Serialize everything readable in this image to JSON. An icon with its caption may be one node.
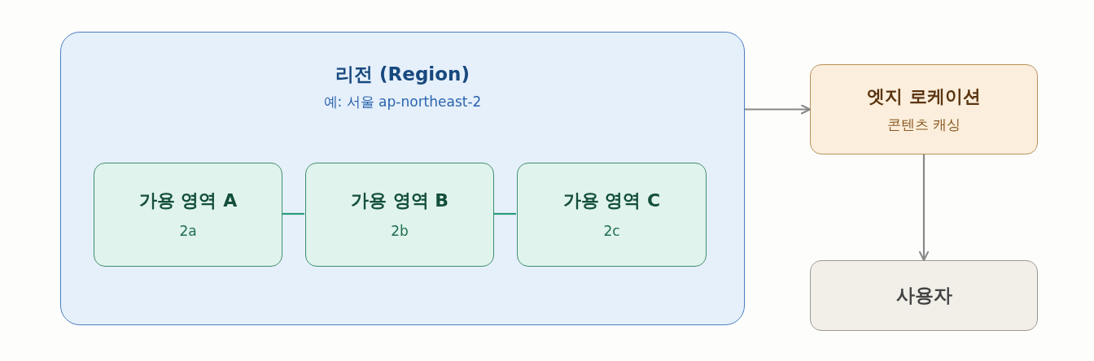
{
  "diagram": {
    "nodes": [
      {
        "text": [
          "리전 (Region)",
          "예: 서울 ap-northeast-2"
        ]
      },
      {
        "text": [
          "가용 영역 A",
          "2a"
        ],
        "in": 0
      },
      {
        "text": [
          "가용 영역 B",
          "2b"
        ],
        "in": 0
      },
      {
        "text": [
          "가용 영역 C",
          "2c"
        ],
        "in": 0
      },
      {
        "text": [
          "엣지 로케이션",
          "콘텐츠 캐싱"
        ]
      },
      {
        "text": [
          "사용자"
        ]
      }
    ],
    "edges": [
      {
        "from": 1,
        "to": 2,
        "arrow": "none",
        "color": "#2a9d78"
      },
      {
        "from": 2,
        "to": 3,
        "arrow": "none",
        "color": "#2a9d78"
      },
      {
        "from": 0,
        "to": 4,
        "arrow": "to",
        "color": "#888888"
      },
      {
        "from": 4,
        "to": 5,
        "arrow": "to",
        "color": "#888888"
      }
    ]
  }
}
